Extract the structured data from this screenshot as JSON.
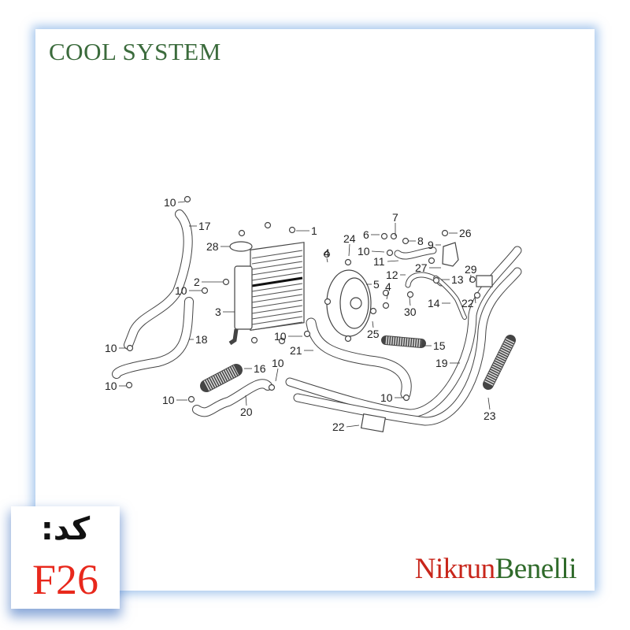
{
  "title": "COOL SYSTEM",
  "brand": {
    "part1": "Nikrun",
    "part2": "Benelli",
    "color1": "#c8261b",
    "color2": "#2f6a2a"
  },
  "code_box": {
    "label": "کد:",
    "code": "F26"
  },
  "callouts": [
    "10",
    "17",
    "28",
    "2",
    "10",
    "3",
    "10",
    "18",
    "10",
    "16",
    "10",
    "10",
    "20",
    "21",
    "10",
    "1",
    "24",
    "4",
    "4",
    "5",
    "6",
    "7",
    "8",
    "9",
    "26",
    "10",
    "11",
    "27",
    "12",
    "13",
    "29",
    "14",
    "22",
    "30",
    "25",
    "15",
    "19",
    "10",
    "23",
    "22"
  ]
}
